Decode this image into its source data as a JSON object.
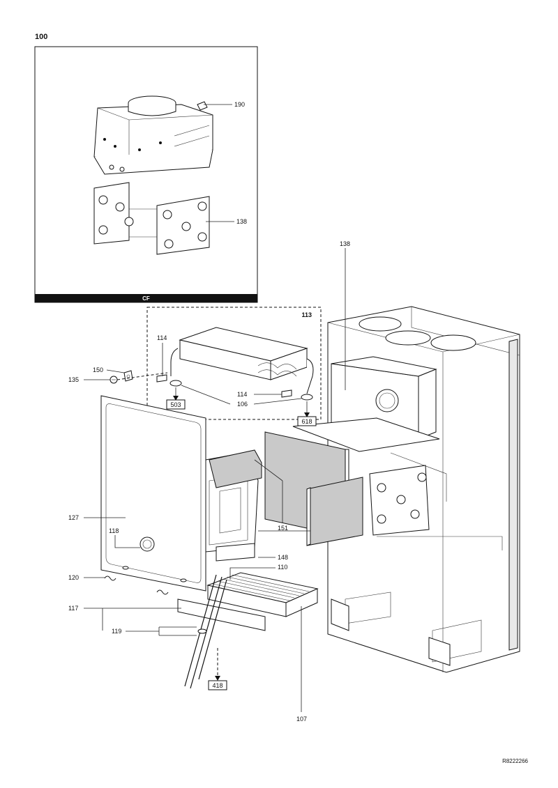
{
  "page": {
    "figure_number": "100",
    "reference_code": "R8222266"
  },
  "inset": {
    "footer_label": "CF",
    "callouts": [
      "190",
      "138"
    ]
  },
  "group_box": {
    "label": "113"
  },
  "callouts": {
    "c138": "138",
    "c114a": "114",
    "c114b": "114",
    "c150": "150",
    "c135": "135",
    "c106": "106",
    "c127": "127",
    "c118": "118",
    "c151": "151",
    "c148": "148",
    "c110": "110",
    "c120": "120",
    "c117": "117",
    "c119": "119",
    "c107": "107"
  },
  "boxed_refs": {
    "r503": "503",
    "r618": "618",
    "r418": "418"
  }
}
